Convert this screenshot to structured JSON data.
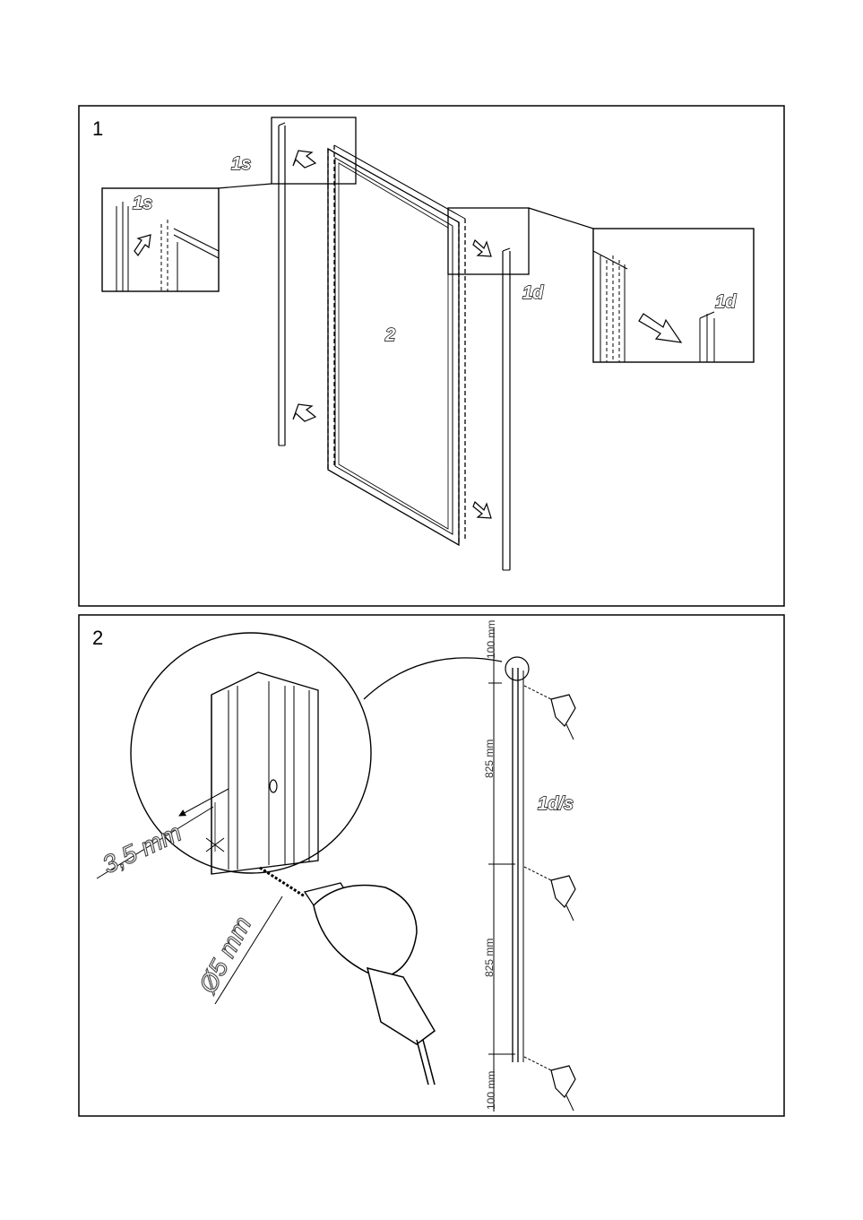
{
  "panels": [
    {
      "number": "1",
      "labels": {
        "left_profile": "1s",
        "left_detail": "1s",
        "right_profile": "1d",
        "right_detail": "1d",
        "door": "2"
      }
    },
    {
      "number": "2",
      "labels": {
        "profile": "1d/s",
        "hole_offset": "3,5 mm",
        "drill_diameter": "Ø5 mm"
      },
      "dimensions": [
        "100 mm",
        "825 mm",
        "825 mm",
        "100 mm"
      ]
    }
  ],
  "colors": {
    "line": "#000000",
    "background": "#ffffff"
  }
}
